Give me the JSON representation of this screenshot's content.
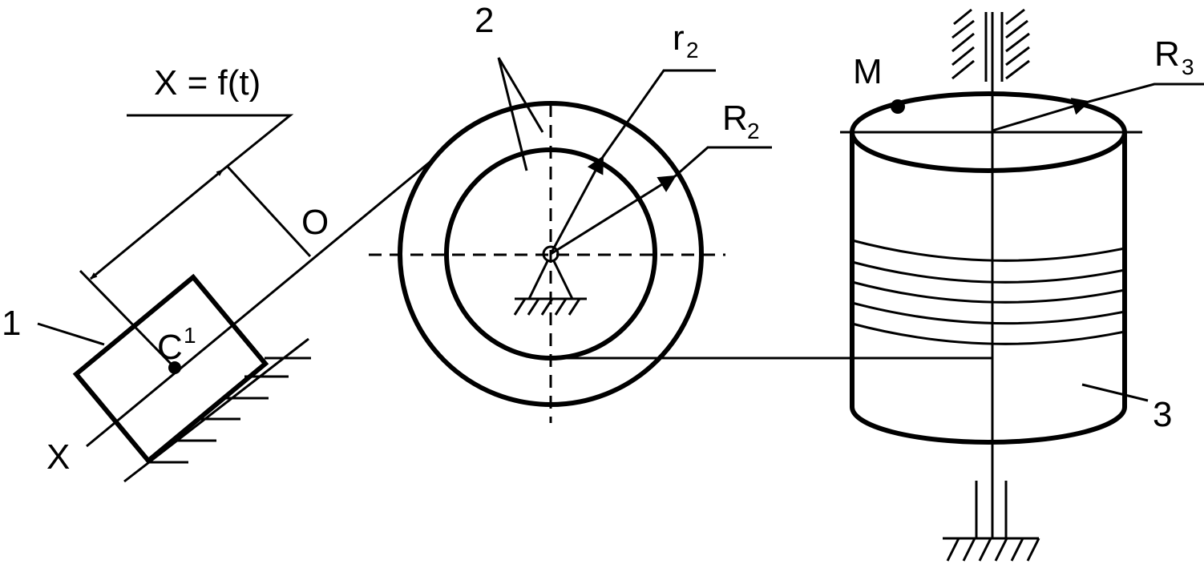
{
  "labels": {
    "law": "X = f(t)",
    "point_o": "O",
    "body1": "1",
    "c_main": "C",
    "c_sub": "1",
    "axis_x": "X",
    "body2": "2",
    "r_small": "r",
    "r_small_sub": "2",
    "r_big": "R",
    "r_big_sub": "2",
    "point_m": "M",
    "r_drum": "R",
    "r_drum_sub": "3",
    "body3": "3"
  },
  "colors": {
    "ink": "#000000",
    "paper": "#ffffff"
  }
}
